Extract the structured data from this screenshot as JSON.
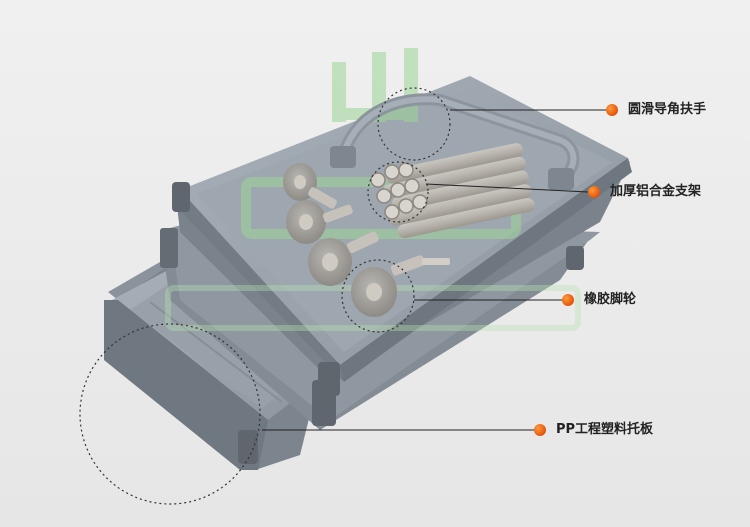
{
  "colors": {
    "background": "#ececec",
    "tray_top": "#9da5ae",
    "tray_side": "#7d858e",
    "callout_dot": "#e8590c",
    "watermark": "#8fd08a"
  },
  "callouts": [
    {
      "label": "圆滑导角扶手",
      "icon": "orange-dot"
    },
    {
      "label": "加厚铝合金支架",
      "icon": "orange-dot"
    },
    {
      "label": "橡胶脚轮",
      "icon": "orange-dot"
    },
    {
      "label": "PP工程塑料托板",
      "icon": "orange-dot"
    }
  ]
}
